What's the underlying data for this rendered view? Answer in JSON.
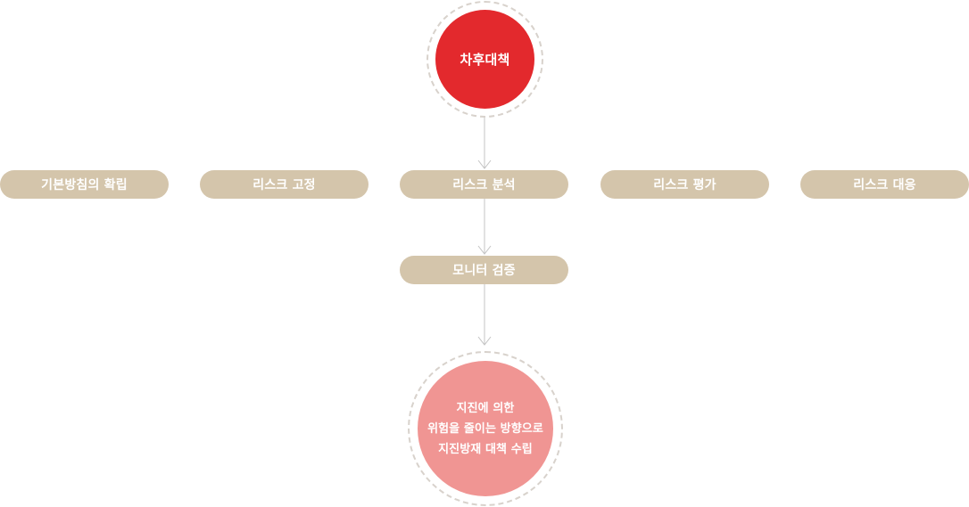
{
  "diagram": {
    "top_node": {
      "label": "차후대책",
      "color": "#e3292d"
    },
    "process_steps": [
      {
        "label": "기본방침의 확립"
      },
      {
        "label": "리스크 고정"
      },
      {
        "label": "리스크 분석"
      },
      {
        "label": "리스크 평가"
      },
      {
        "label": "리스크 대응"
      }
    ],
    "monitor_node": {
      "label": "모니터 검증"
    },
    "bottom_node": {
      "lines": [
        "지진에 의한",
        "위험을 줄이는 방향으로",
        "지진방재 대책 수립"
      ],
      "color": "#f09593"
    },
    "step_color": "#d4c5ab",
    "connector_color": "#c4c4c4"
  }
}
